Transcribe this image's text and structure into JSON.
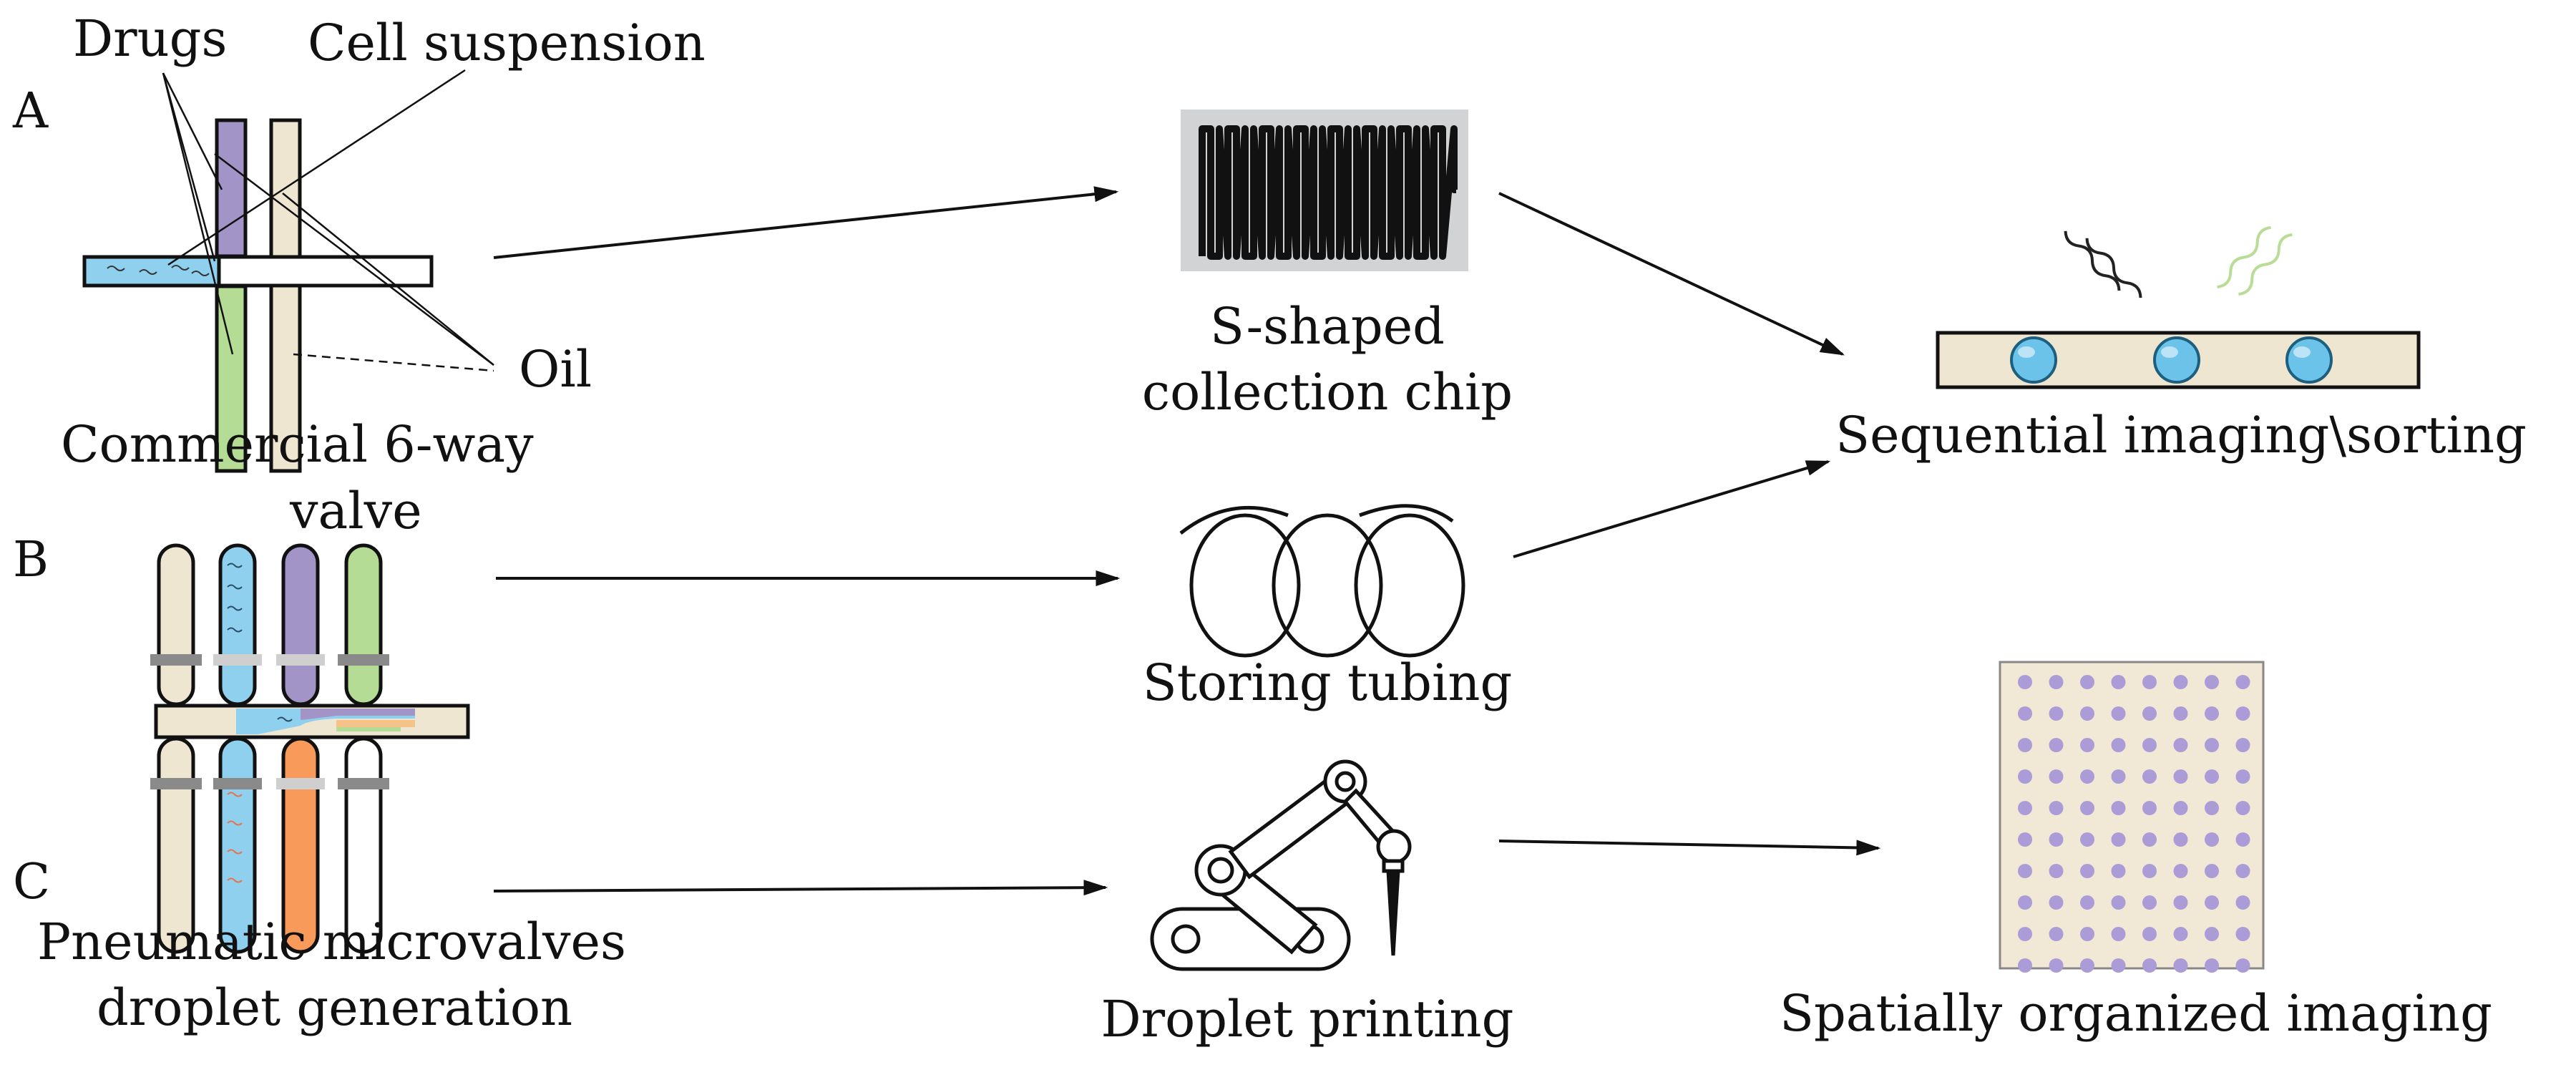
{
  "panels": {
    "a": {
      "letter": "A",
      "label_drugs": "Drugs",
      "label_cell_suspension": "Cell suspension",
      "label_oil": "Oil",
      "caption_line1": "Commercial 6-way",
      "caption_line2": "valve"
    },
    "b": {
      "letter": "B"
    },
    "c": {
      "letter": "C",
      "caption_line1": "Pneumatic microvalves",
      "caption_line2": "droplet generation"
    }
  },
  "middle": {
    "chip_line1": "S-shaped",
    "chip_line2": "collection chip",
    "tubing": "Storing tubing",
    "printing": "Droplet printing"
  },
  "right": {
    "sequential": "Sequential imaging\\sorting",
    "spatial": "Spatially organized imaging"
  },
  "colors": {
    "drug_purple": "#a394c8",
    "cell_blue": "#8fd0ee",
    "oil_beige": "#efe6d2",
    "drug_green": "#b5dc94",
    "output_orange": "#f79a5a",
    "valve_gray": "#8a8a8a",
    "chip_gray": "#d2d3d5",
    "droplet_blue": "#6cc3ea",
    "array_dot": "#ab9cd8",
    "array_bg": "#f1e9d6"
  },
  "icons": [
    "six-way-valve-icon",
    "microvalve-chip-icon",
    "s-shaped-chip-icon",
    "coil-tubing-icon",
    "robot-arm-icon",
    "droplet-channel-icon",
    "droplet-array-icon",
    "emission-wave-icon"
  ]
}
